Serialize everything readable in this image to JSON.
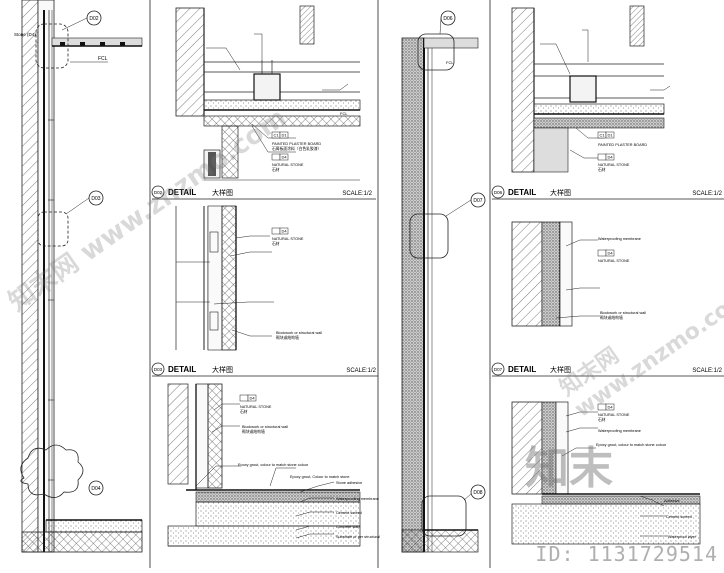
{
  "bubbles": {
    "b1": "D02",
    "b2": "D03",
    "b3": "D04",
    "b4": "D06",
    "b5": "D07",
    "b6": "D08"
  },
  "labels": {
    "fcl": "FCL",
    "stone_small": "Stone (D4)"
  },
  "tags": {
    "c1": "C1",
    "d1": "D1",
    "d4": "D4"
  },
  "headers": {
    "detail_word": "DETAIL",
    "detail_cn": "大样图",
    "scale": "SCALE:1/2",
    "h1_num": "D02",
    "h2_num": "D03",
    "h3_num": "D06",
    "h4_num": "D07"
  },
  "notes": {
    "p1_plaster": "PAINTED PLASTER BOARD",
    "p1_plaster_cn": "石膏板面涂料（白色乳胶漆）",
    "p1_stone": "NATURAL STONE",
    "p1_stone_cn": "石材",
    "p2_stone": "NATURAL STONE",
    "p2_stone_cn": "石材",
    "p2_block": "Blockwork or structural wall",
    "p2_block_cn": "砌块或结构墙",
    "p3_stone": "NATURAL STONE",
    "p3_stone_cn": "石材",
    "p3_block": "Blockwork or structural wall",
    "p3_block_cn": "砌块或结构墙",
    "p3_grout": "Epoxy grout, colour to match stone colour",
    "p3_grout2": "Epoxy grout, Colour to match stone",
    "p3_adhesive": "Stone adhesive",
    "p3_membrane": "Waterproofing membrane",
    "p3_screed": "Cement screed",
    "p3_slab": "Concrete slab",
    "p3_sub": "Substrate or per structural",
    "p4_plaster": "PAINTED PLASTER BOARD",
    "p4_stone": "NATURAL STONE",
    "p4_stone_cn": "石材",
    "p5_membrane": "Waterproofing membrane",
    "p5_stone": "NATURAL STONE",
    "p5_block": "Blockwork or structural wall",
    "p5_block_cn": "砌块或结构墙",
    "p6_stone": "NATURAL STONE",
    "p6_stone_cn": "石材",
    "p6_membrane": "Waterproofing membrane",
    "p6_grout": "Epoxy grout, colour to match stone colour",
    "p6_adhesive": "Adhesive",
    "p6_screed": "Cement screed",
    "p6_layer": "Waterproof layer"
  },
  "watermark": {
    "site_text": "知末网 www.znzmo.com",
    "logo": "知末",
    "id": "ID: 1131729514"
  }
}
